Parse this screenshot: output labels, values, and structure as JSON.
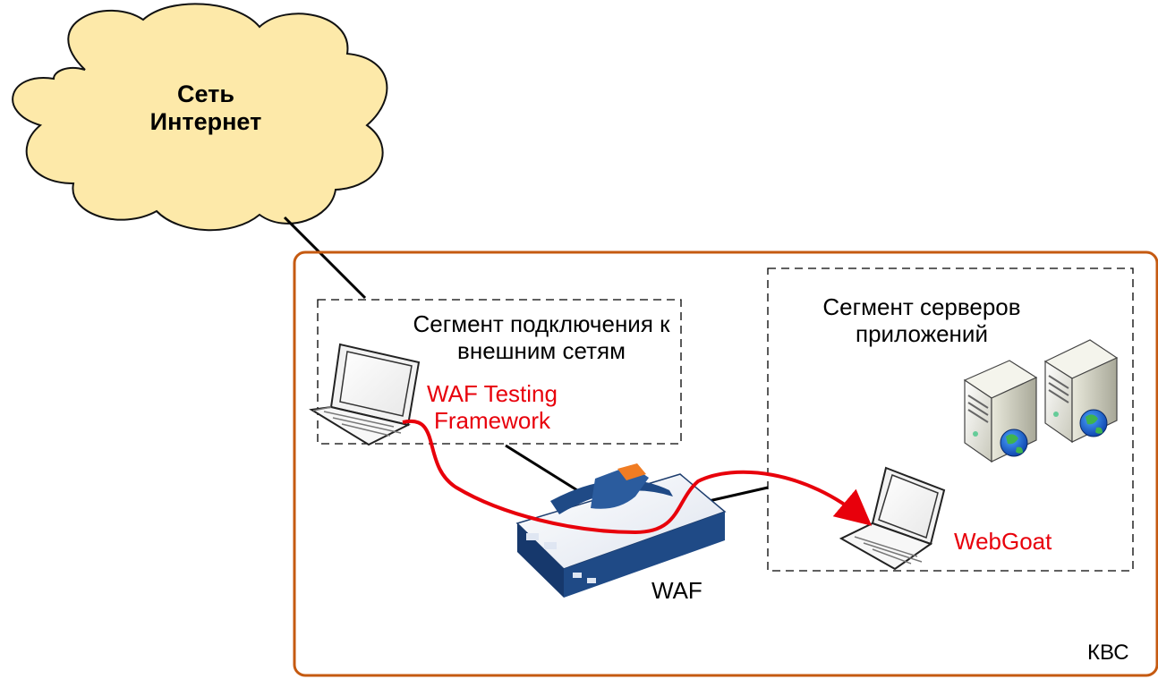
{
  "cloud": {
    "line1": "Сеть",
    "line2": "Интернет"
  },
  "zone": {
    "label": "КВС",
    "border_color": "#c55a11"
  },
  "segments": {
    "external": {
      "line1": "Сегмент подключения к",
      "line2": "внешним сетям"
    },
    "servers": {
      "line1": "Сегмент серверов",
      "line2": "приложений"
    }
  },
  "nodes": {
    "attacker": {
      "line1": "WAF Testing",
      "line2": "Framework",
      "icon": "laptop-icon"
    },
    "waf": {
      "label": "WAF",
      "icon": "waf-appliance-icon"
    },
    "target": {
      "label": "WebGoat",
      "icon": "laptop-icon"
    },
    "servers": {
      "icon": "web-server-icon"
    }
  },
  "colors": {
    "cloud_fill": "#fde9a9",
    "traffic": "#e8000b",
    "accent": "#e8000b"
  }
}
